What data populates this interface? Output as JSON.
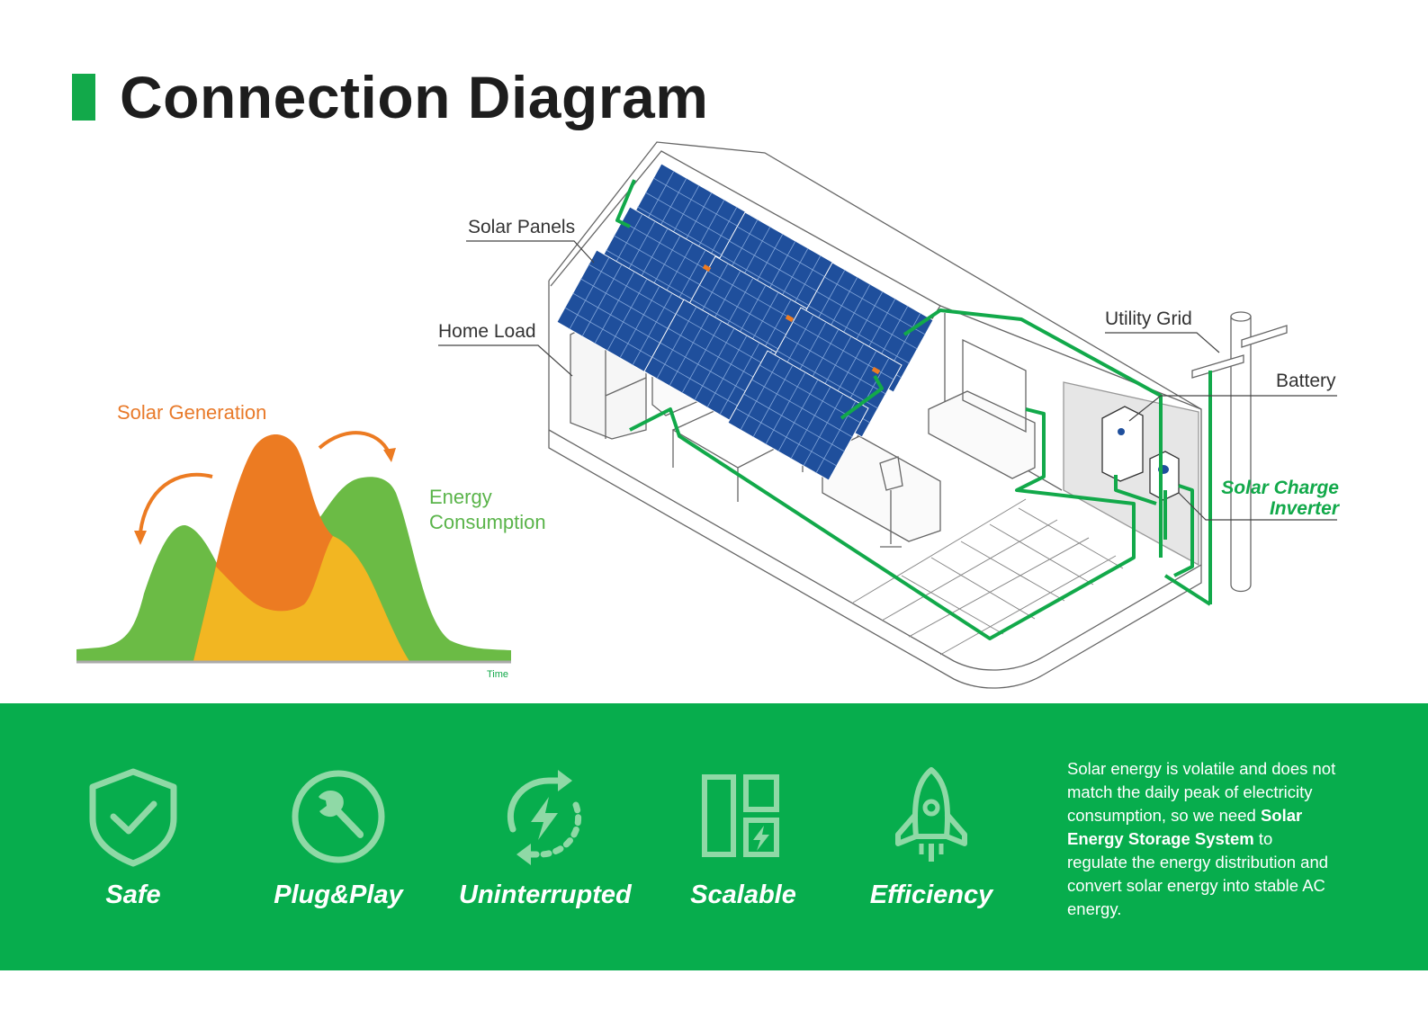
{
  "title": "Connection Diagram",
  "diagram": {
    "labels": {
      "solar_panels": "Solar Panels",
      "home_load": "Home Load",
      "utility_grid": "Utility Grid",
      "battery": "Battery",
      "inverter_line1": "Solar Charge",
      "inverter_line2": "Inverter"
    },
    "chart": {
      "solar_generation": "Solar Generation",
      "energy_line1": "Energy",
      "energy_line2": "Consumption",
      "x_axis": "Time"
    }
  },
  "features": [
    {
      "label": "Safe",
      "icon": "shield-check-icon"
    },
    {
      "label": "Plug&Play",
      "icon": "wrench-icon"
    },
    {
      "label": "Uninterrupted",
      "icon": "lightning-refresh-icon"
    },
    {
      "label": "Scalable",
      "icon": "modules-icon"
    },
    {
      "label": "Efficiency",
      "icon": "rocket-icon"
    }
  ],
  "description": {
    "before": "Solar energy is volatile and does not match the daily peak of electricity consumption, so we need ",
    "bold": "Solar Energy Storage System",
    "after": " to regulate the energy distribution and convert solar energy into stable AC energy."
  },
  "colors": {
    "brand_green": "#07ad4d",
    "accent_green": "#12a94a",
    "orange": "#e87a2a",
    "yellow": "#f2b622",
    "chart_green": "#6bbb45",
    "panel_blue": "#1f4f9c"
  }
}
